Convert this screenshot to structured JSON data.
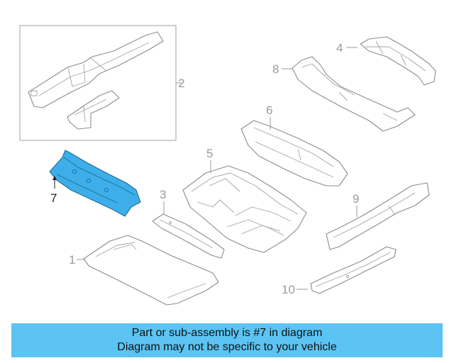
{
  "callouts": {
    "c1": "1",
    "c2": "2",
    "c3": "3",
    "c4": "4",
    "c5": "5",
    "c6": "6",
    "c7": "7",
    "c8": "8",
    "c9": "9",
    "c10": "10"
  },
  "highlight_color": "#3daee9",
  "banner": {
    "line1": "Part or sub-assembly is #7 in diagram",
    "line2": "Diagram may not be specific to your vehicle",
    "color": "#5bc4f3"
  }
}
